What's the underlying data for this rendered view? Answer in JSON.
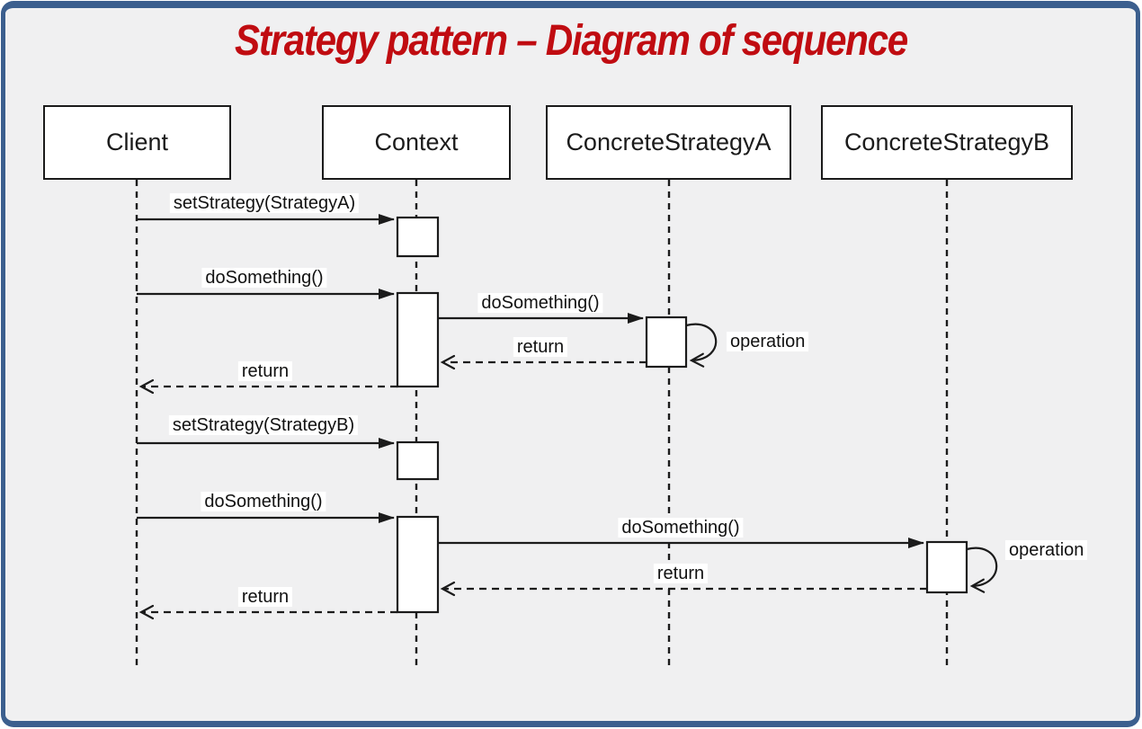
{
  "title": "Strategy pattern – Diagram of sequence",
  "diagram_type": "uml-sequence-diagram",
  "colors": {
    "frame_blue": "#3c5f8e",
    "title_red": "#c00c11",
    "canvas_gray": "#f0f0f1",
    "line_black": "#1b1b1b",
    "box_fill": "#ffffff"
  },
  "actors": [
    {
      "label": "Client"
    },
    {
      "label": "Context"
    },
    {
      "label": "ConcreteStrategyA"
    },
    {
      "label": "ConcreteStrategyB"
    }
  ],
  "messages": [
    {
      "label": "setStrategy(StrategyA)",
      "from": "Client",
      "to": "Context",
      "kind": "call"
    },
    {
      "label": "doSomething()",
      "from": "Client",
      "to": "Context",
      "kind": "call"
    },
    {
      "label": "doSomething()",
      "from": "Context",
      "to": "ConcreteStrategyA",
      "kind": "call"
    },
    {
      "label": "operation",
      "from": "ConcreteStrategyA",
      "to": "ConcreteStrategyA",
      "kind": "self"
    },
    {
      "label": "return",
      "from": "ConcreteStrategyA",
      "to": "Context",
      "kind": "return"
    },
    {
      "label": "return",
      "from": "Context",
      "to": "Client",
      "kind": "return"
    },
    {
      "label": "setStrategy(StrategyB)",
      "from": "Client",
      "to": "Context",
      "kind": "call"
    },
    {
      "label": "doSomething()",
      "from": "Client",
      "to": "Context",
      "kind": "call"
    },
    {
      "label": "doSomething()",
      "from": "Context",
      "to": "ConcreteStrategyB",
      "kind": "call"
    },
    {
      "label": "operation",
      "from": "ConcreteStrategyB",
      "to": "ConcreteStrategyB",
      "kind": "self"
    },
    {
      "label": "return",
      "from": "ConcreteStrategyB",
      "to": "Context",
      "kind": "return"
    },
    {
      "label": "return",
      "from": "Context",
      "to": "Client",
      "kind": "return"
    }
  ]
}
